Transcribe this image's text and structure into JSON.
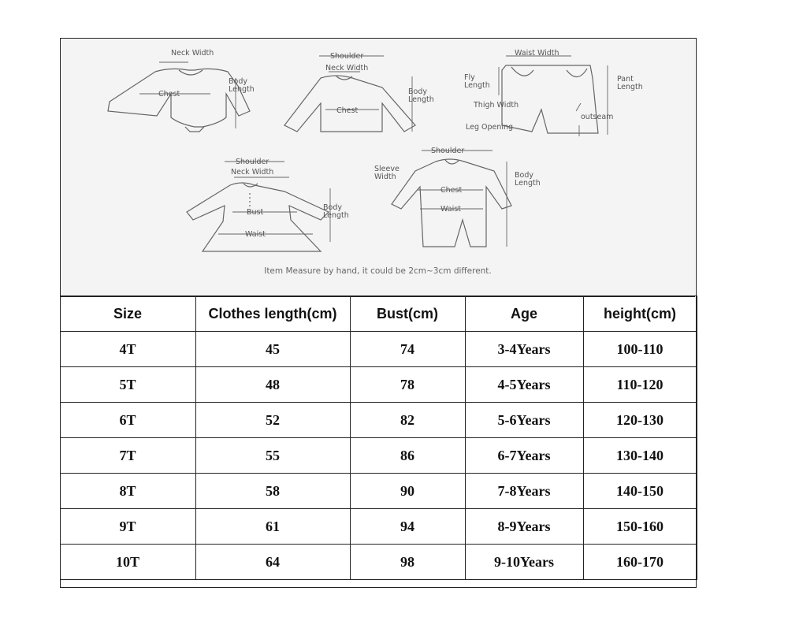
{
  "diagram": {
    "labels": {
      "onesie": {
        "neck_width": "Neck Width",
        "chest": "Chest",
        "body_length": "Body\nLength"
      },
      "shirt": {
        "shoulder": "Shoulder",
        "neck_width": "Neck Width",
        "chest": "Chest",
        "body_length": "Body\nLength"
      },
      "pants": {
        "waist_width": "Waist Width",
        "fly_length": "Fly\nLength",
        "pant_length": "Pant\nLength",
        "thigh_width": "Thigh Width",
        "outseam": "outseam",
        "leg_opening": "Leg Opening"
      },
      "dress": {
        "shoulder": "Shoulder",
        "neck_width": "Neck Width",
        "bust": "Bust",
        "waist": "Waist",
        "body_length": "Body\nLength"
      },
      "romper": {
        "shoulder": "Shoulder",
        "sleeve_width": "Sleeve\nWidth",
        "chest": "Chest",
        "waist": "Waist",
        "body_length": "Body\nLength"
      }
    },
    "note": "Item Measure by hand, it could be 2cm~3cm different."
  },
  "table": {
    "headers": [
      "Size",
      "Clothes length(cm)",
      "Bust(cm)",
      "Age",
      "height(cm)"
    ],
    "rows": [
      [
        "4T",
        "45",
        "74",
        "3-4Years",
        "100-110"
      ],
      [
        "5T",
        "48",
        "78",
        "4-5Years",
        "110-120"
      ],
      [
        "6T",
        "52",
        "82",
        "5-6Years",
        "120-130"
      ],
      [
        "7T",
        "55",
        "86",
        "6-7Years",
        "130-140"
      ],
      [
        "8T",
        "58",
        "90",
        "7-8Years",
        "140-150"
      ],
      [
        "9T",
        "61",
        "94",
        "8-9Years",
        "150-160"
      ],
      [
        "10T",
        "64",
        "98",
        "9-10Years",
        "160-170"
      ]
    ]
  }
}
